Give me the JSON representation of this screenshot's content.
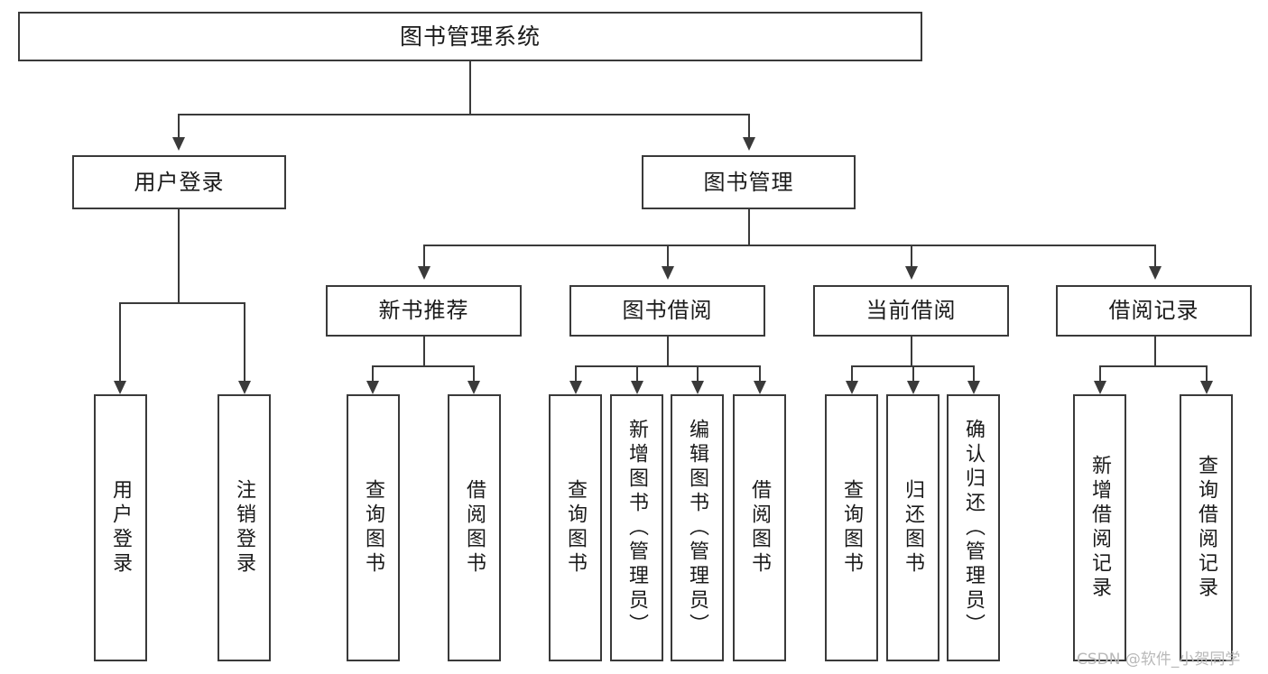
{
  "diagram": {
    "type": "tree-hierarchy",
    "title": "图书管理系统",
    "root": {
      "label": "图书管理系统"
    },
    "level2": [
      {
        "label": "用户登录"
      },
      {
        "label": "图书管理"
      }
    ],
    "level3": [
      {
        "label": "新书推荐"
      },
      {
        "label": "图书借阅"
      },
      {
        "label": "当前借阅"
      },
      {
        "label": "借阅记录"
      }
    ],
    "leaves": {
      "user_login": [
        {
          "label": "用户登录"
        },
        {
          "label": "注销登录"
        }
      ],
      "new_book_recommend": [
        {
          "label": "查询图书"
        },
        {
          "label": "借阅图书"
        }
      ],
      "book_borrow": [
        {
          "label": "查询图书"
        },
        {
          "label": "新增图书（管理员）"
        },
        {
          "label": "编辑图书（管理员）"
        },
        {
          "label": "借阅图书"
        }
      ],
      "current_borrow": [
        {
          "label": "查询图书"
        },
        {
          "label": "归还图书"
        },
        {
          "label": "确认归还（管理员）"
        }
      ],
      "borrow_record": [
        {
          "label": "新增借阅记录"
        },
        {
          "label": "查询借阅记录"
        }
      ]
    }
  },
  "watermark": {
    "text": "CSDN @软件_小贺同学"
  },
  "colors": {
    "stroke": "#3a3a3a",
    "text": "#1a1a1a",
    "background": "#ffffff",
    "watermark": "#b9b9b9"
  }
}
